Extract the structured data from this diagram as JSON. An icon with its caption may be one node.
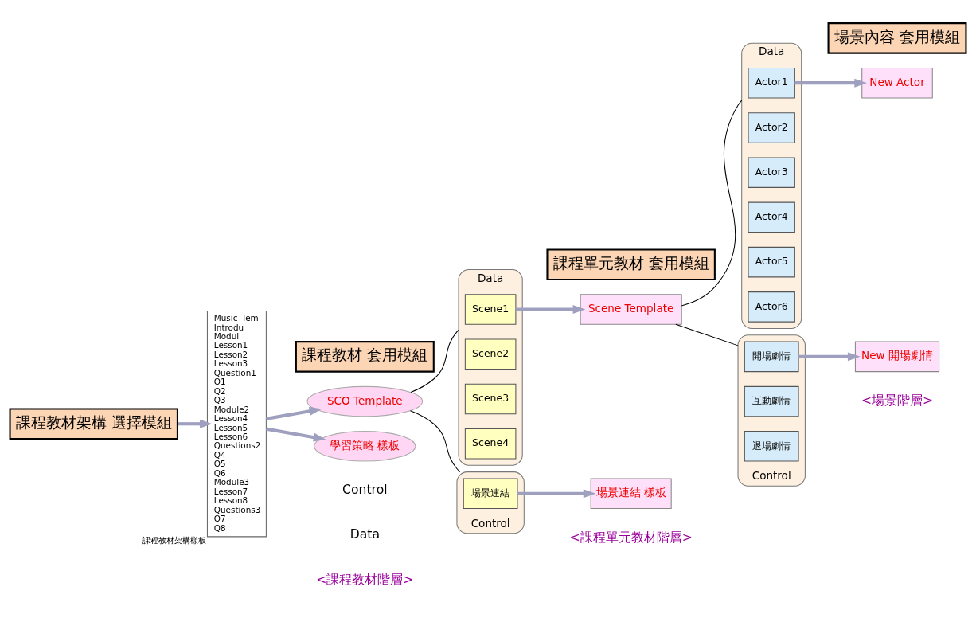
{
  "diagram": {
    "nodes": [
      {
        "text": [
          "課程教材架構 選擇模組"
        ]
      },
      {
        "text": [
          "課程教材 套用模組"
        ]
      },
      {
        "text": [
          "課程單元教材 套用模組"
        ]
      },
      {
        "text": [
          "場景內容 套用模組"
        ]
      },
      {
        "text": [
          "Music_Tem",
          "Introdu",
          "Modul",
          "Lesson1",
          "Lesson2",
          "Lesson3",
          "Question1",
          "Q1",
          "Q2",
          "Q3",
          "Module2",
          "Lesson4",
          "Lesson5",
          "Lesson6",
          "Questions2",
          "Q4",
          "Q5",
          "Q6",
          "Module3",
          "Lesson7",
          "Lesson8",
          "Questions3",
          "Q7",
          "Q8"
        ],
        "beside": [
          "課程教材架構樣板"
        ]
      },
      {
        "text": [
          "SCO Template"
        ]
      },
      {
        "text": [
          "學習策略 樣板"
        ]
      },
      {
        "text": [
          "Data"
        ]
      },
      {
        "text": [
          "Scene1"
        ],
        "in": 7
      },
      {
        "text": [
          "Scene2"
        ],
        "in": 7
      },
      {
        "text": [
          "Scene3"
        ],
        "in": 7
      },
      {
        "text": [
          "Scene4"
        ],
        "in": 7
      },
      {
        "text": [
          "Control"
        ]
      },
      {
        "text": [
          "場景連結"
        ],
        "in": 12
      },
      {
        "text": [
          "Scene Template"
        ]
      },
      {
        "text": [
          "場景連結 樣板"
        ]
      },
      {
        "text": [
          "Data"
        ]
      },
      {
        "text": [
          "Actor1"
        ],
        "in": 16
      },
      {
        "text": [
          "Actor2"
        ],
        "in": 16
      },
      {
        "text": [
          "Actor3"
        ],
        "in": 16
      },
      {
        "text": [
          "Actor4"
        ],
        "in": 16
      },
      {
        "text": [
          "Actor5"
        ],
        "in": 16
      },
      {
        "text": [
          "Actor6"
        ],
        "in": 16
      },
      {
        "text": [
          "Control"
        ]
      },
      {
        "text": [
          "開場劇情"
        ],
        "in": 23
      },
      {
        "text": [
          "互動劇情"
        ],
        "in": 23
      },
      {
        "text": [
          "退場劇情"
        ],
        "in": 23
      },
      {
        "text": [
          "New Actor"
        ]
      },
      {
        "text": [
          "New 開場劇情"
        ]
      }
    ],
    "edges": [
      {
        "from": 0,
        "to": 4,
        "arrow": "to"
      },
      {
        "from": 4,
        "to": 5,
        "arrow": "to"
      },
      {
        "from": 4,
        "to": 6,
        "arrow": "to"
      },
      {
        "from": 5,
        "to": 7,
        "arrow": "none",
        "color": "#000000"
      },
      {
        "from": 5,
        "to": 12,
        "arrow": "none",
        "color": "#000000"
      },
      {
        "from": 8,
        "to": 14,
        "arrow": "to"
      },
      {
        "from": 13,
        "to": 15,
        "arrow": "to"
      },
      {
        "from": 14,
        "to": 16,
        "arrow": "none",
        "color": "#000000"
      },
      {
        "from": 14,
        "to": 23,
        "arrow": "none",
        "color": "#000000"
      },
      {
        "from": 17,
        "to": 27,
        "arrow": "to"
      },
      {
        "from": 24,
        "to": 28,
        "arrow": "to"
      }
    ],
    "labels": [
      "<課程教材階層>",
      "<課程單元教材階層>",
      "<場景階層>",
      "Data",
      "Control"
    ]
  }
}
